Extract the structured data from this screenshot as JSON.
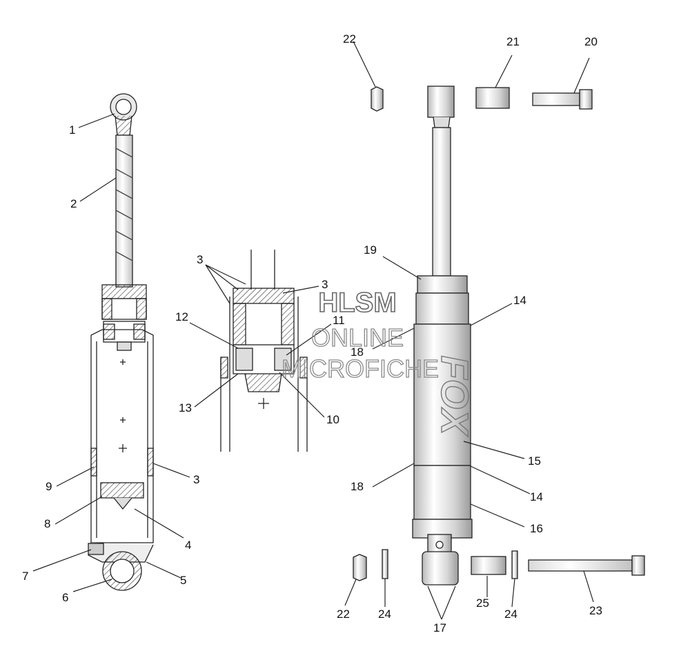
{
  "diagram": {
    "callouts": {
      "c1": "1",
      "c2": "2",
      "c3a": "3",
      "c3b": "3",
      "c3c": "3",
      "c4": "4",
      "c5": "5",
      "c6": "6",
      "c7": "7",
      "c8": "8",
      "c9": "9",
      "c10": "10",
      "c11": "11",
      "c12": "12",
      "c13": "13",
      "c14a": "14",
      "c14b": "14",
      "c15": "15",
      "c16": "16",
      "c17": "17",
      "c18a": "18",
      "c18b": "18",
      "c19": "19",
      "c20": "20",
      "c21": "21",
      "c22a": "22",
      "c22b": "22",
      "c23": "23",
      "c24a": "24",
      "c24b": "24",
      "c25": "25"
    },
    "brand_mark": "FOX"
  },
  "watermark": {
    "line1": "HLSM",
    "line2": "ONLINE",
    "line3": "MICROFICHE"
  }
}
